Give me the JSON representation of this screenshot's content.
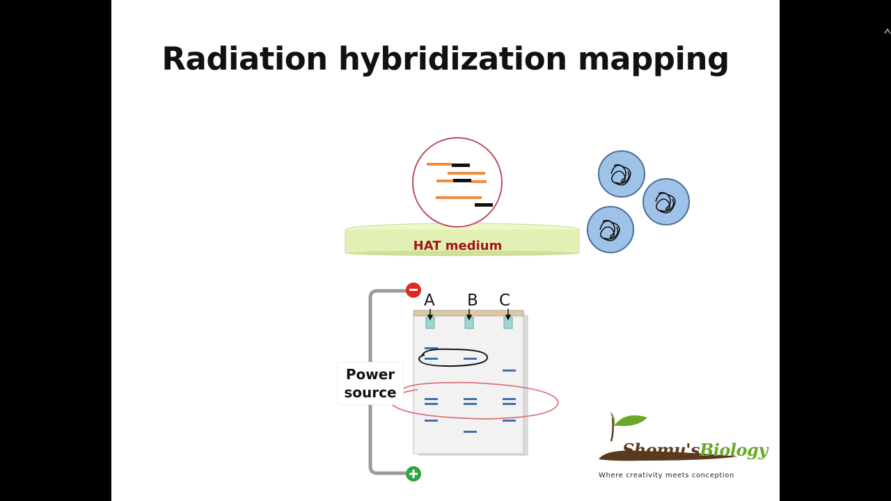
{
  "slide": {
    "title": "Radiation hybridization mapping"
  },
  "culture": {
    "medium_label": "HAT medium"
  },
  "gel": {
    "lanes": [
      "A",
      "B",
      "C"
    ],
    "power_source_line1": "Power",
    "power_source_line2": "source",
    "negative_symbol": "−",
    "positive_symbol": "+"
  },
  "logo": {
    "name_part1": "Shomu's",
    "name_part2": "Biology",
    "tagline": "Where creativity meets conception"
  },
  "colors": {
    "title": "#111111",
    "hat_label": "#a31515",
    "fragment_orange": "#f08a3c",
    "gel_band": "#3e6fa8",
    "annotation_red": "#d9707a",
    "cell_fill": "#9ec2e8",
    "logo_green": "#6aa829",
    "logo_brown": "#5a3a1e"
  }
}
